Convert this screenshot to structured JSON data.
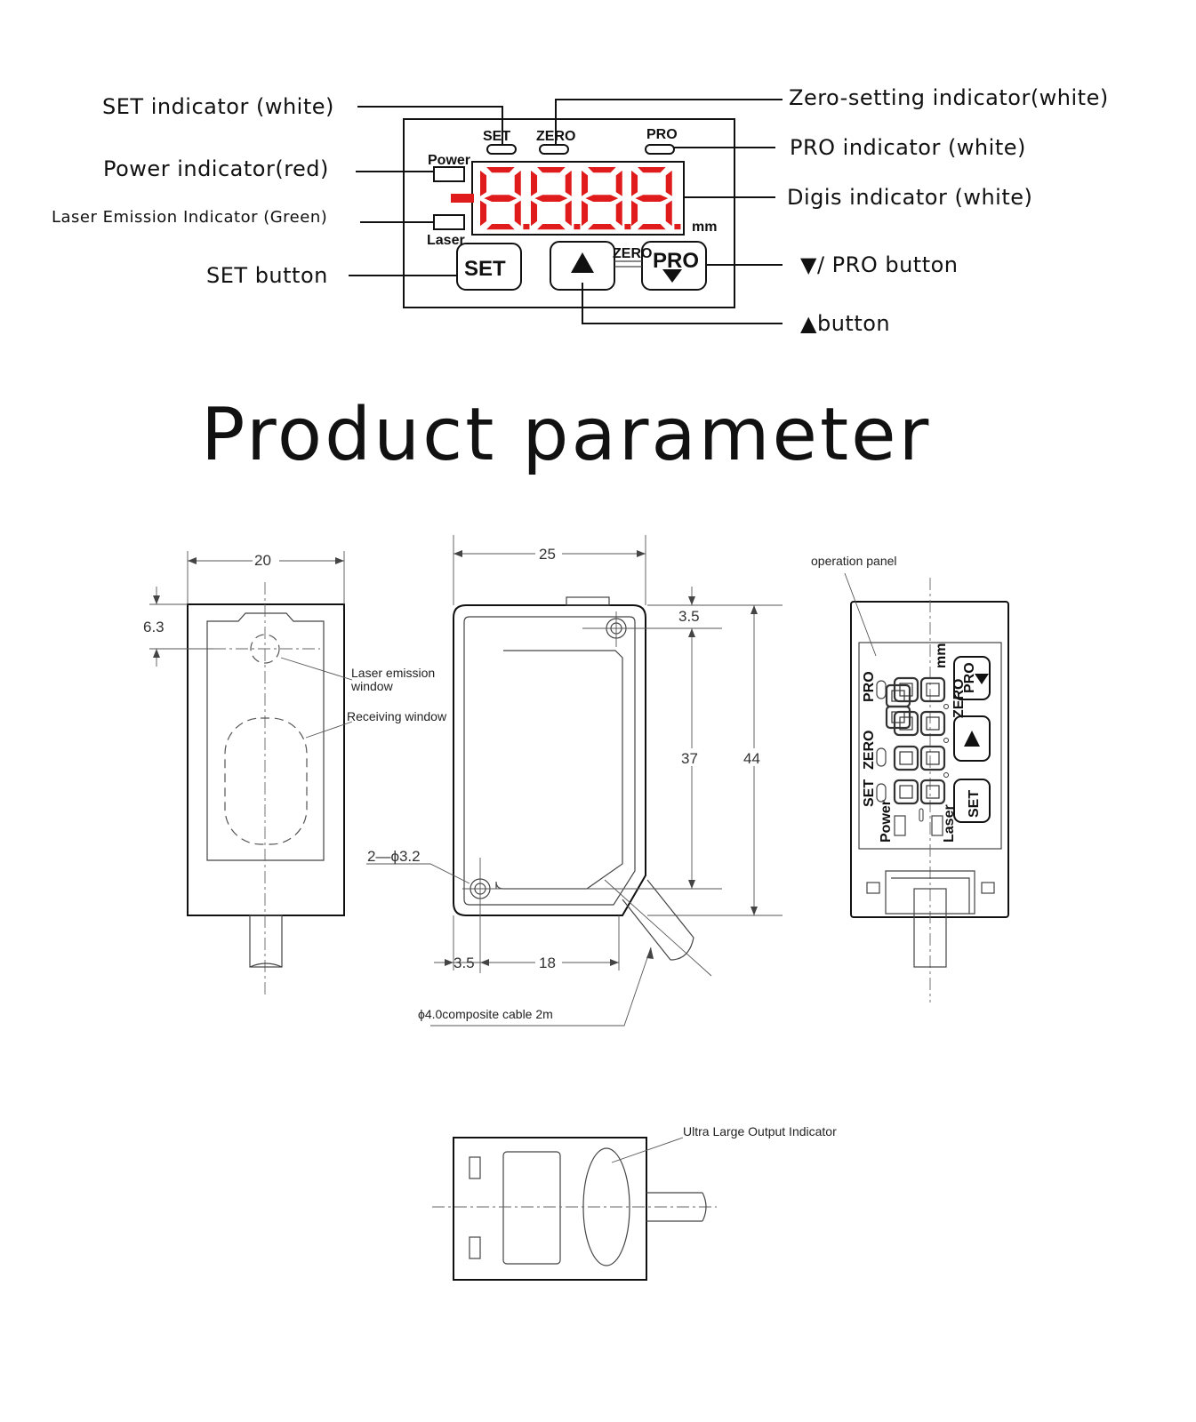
{
  "panel": {
    "labels": {
      "set": "SET",
      "zero": "ZERO",
      "pro": "PRO",
      "power": "Power",
      "laser": "Laser",
      "mm": "mm",
      "zero_small": "ZERO"
    },
    "buttons": {
      "set": "SET",
      "pro": "PRO"
    },
    "callouts": {
      "set_indicator": "SET indicator (white)",
      "power_indicator": "Power indicator(red)",
      "laser_indicator": "Laser Emission Indicator (Green)",
      "set_button": "SET button",
      "zero_indicator": "Zero-setting indicator(white)",
      "pro_indicator": "PRO indicator (white)",
      "digit_indicator": "Digis indicator (white)",
      "pro_button": "▼/ PRO button",
      "up_button": "▲button"
    },
    "colors": {
      "digits": "#e01b1b"
    }
  },
  "title": "Product parameter",
  "drawings": {
    "front": {
      "width": "20",
      "offset": "6.3",
      "laser_window": "Laser emission",
      "laser_window_2": "window",
      "receiving_window": "Receiving window"
    },
    "side": {
      "width": "25",
      "top_offset": "3.5",
      "hole_spacing": "37",
      "height": "44",
      "holes": "2—ϕ3.2",
      "bottom_offset": "3.5",
      "bottom_spacing": "18",
      "cable": "ϕ4.0composite cable 2m"
    },
    "back": {
      "operation_panel": "operation panel",
      "pro": "PRO",
      "zero": "ZERO",
      "set": "SET",
      "power": "Power",
      "laser": "Laser",
      "mm": "mm",
      "btn_pro": "PRO",
      "btn_set": "SET",
      "zero_small": "ZERO"
    },
    "bottom": {
      "indicator": "Ultra Large Output Indicator"
    }
  }
}
